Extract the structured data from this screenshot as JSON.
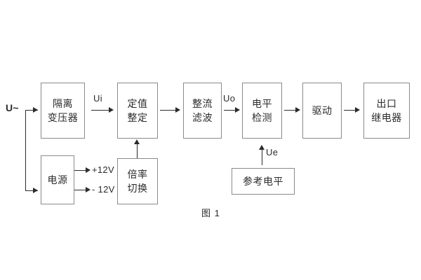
{
  "diagram": {
    "caption": "图 1",
    "input_label": "U~",
    "blocks": [
      {
        "id": "isolation-transformer",
        "lines": [
          "隔离",
          "变压器"
        ]
      },
      {
        "id": "power-supply",
        "lines": [
          "电源"
        ]
      },
      {
        "id": "setting-value",
        "lines": [
          "定值",
          "整定"
        ]
      },
      {
        "id": "multiplier-switch",
        "lines": [
          "倍率",
          "切换"
        ]
      },
      {
        "id": "rectify-filter",
        "lines": [
          "整流",
          "滤波"
        ]
      },
      {
        "id": "level-detect",
        "lines": [
          "电平",
          "检测"
        ]
      },
      {
        "id": "reference-level",
        "lines": [
          "参考电平"
        ]
      },
      {
        "id": "driver",
        "lines": [
          "驱动"
        ]
      },
      {
        "id": "output-relay",
        "lines": [
          "出口",
          "继电器"
        ]
      }
    ],
    "signals": {
      "ui": "Ui",
      "uo": "Uo",
      "ue": "Ue",
      "pos12v": "+12V",
      "neg12v": "- 12V"
    }
  }
}
